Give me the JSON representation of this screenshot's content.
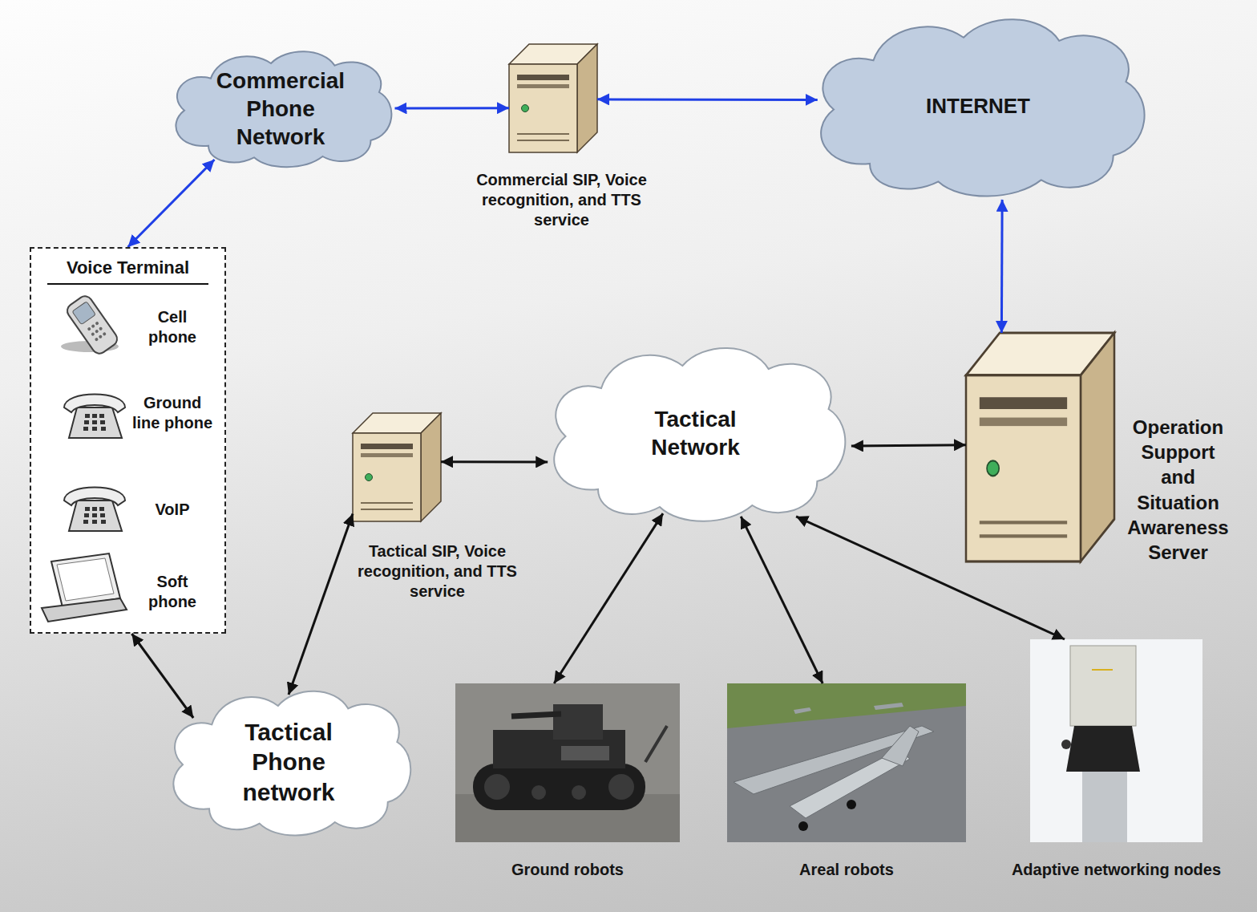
{
  "diagram": {
    "nodes": [
      {
        "text": [
          "Commercial Phone Network"
        ]
      },
      {
        "text": [
          "Commercial SIP, Voice recognition, and TTS service"
        ]
      },
      {
        "text": [
          "INTERNET"
        ]
      },
      {
        "text": [
          "Voice Terminal"
        ]
      },
      {
        "text": [
          "Cell phone"
        ],
        "in": 3
      },
      {
        "text": [
          "Ground line phone"
        ],
        "in": 3
      },
      {
        "text": [
          "VoIP"
        ],
        "in": 3
      },
      {
        "text": [
          "Soft phone"
        ],
        "in": 3
      },
      {
        "text": [
          "Tactical Network"
        ]
      },
      {
        "text": [
          "Tactical SIP, Voice recognition, and TTS service"
        ]
      },
      {
        "text": [
          "Operation Support and Situation Awareness Server"
        ]
      },
      {
        "text": [
          "Tactical Phone network"
        ]
      },
      {
        "text": [
          "Ground robots"
        ]
      },
      {
        "text": [
          "Areal robots"
        ]
      },
      {
        "text": [
          "Adaptive networking nodes"
        ]
      }
    ],
    "edges": [
      {
        "from": 3,
        "to": 0,
        "arrow": "both"
      },
      {
        "from": 0,
        "to": 1,
        "arrow": "both"
      },
      {
        "from": 1,
        "to": 2,
        "arrow": "both"
      },
      {
        "from": 2,
        "to": 10,
        "arrow": "both"
      },
      {
        "from": 8,
        "to": 10,
        "arrow": "both"
      },
      {
        "from": 9,
        "to": 8,
        "arrow": "both"
      },
      {
        "from": 11,
        "to": 9,
        "arrow": "both"
      },
      {
        "from": 3,
        "to": 11,
        "arrow": "both"
      },
      {
        "from": 8,
        "to": 12,
        "arrow": "both"
      },
      {
        "from": 8,
        "to": 13,
        "arrow": "both"
      },
      {
        "from": 8,
        "to": 14,
        "arrow": "both"
      }
    ]
  }
}
